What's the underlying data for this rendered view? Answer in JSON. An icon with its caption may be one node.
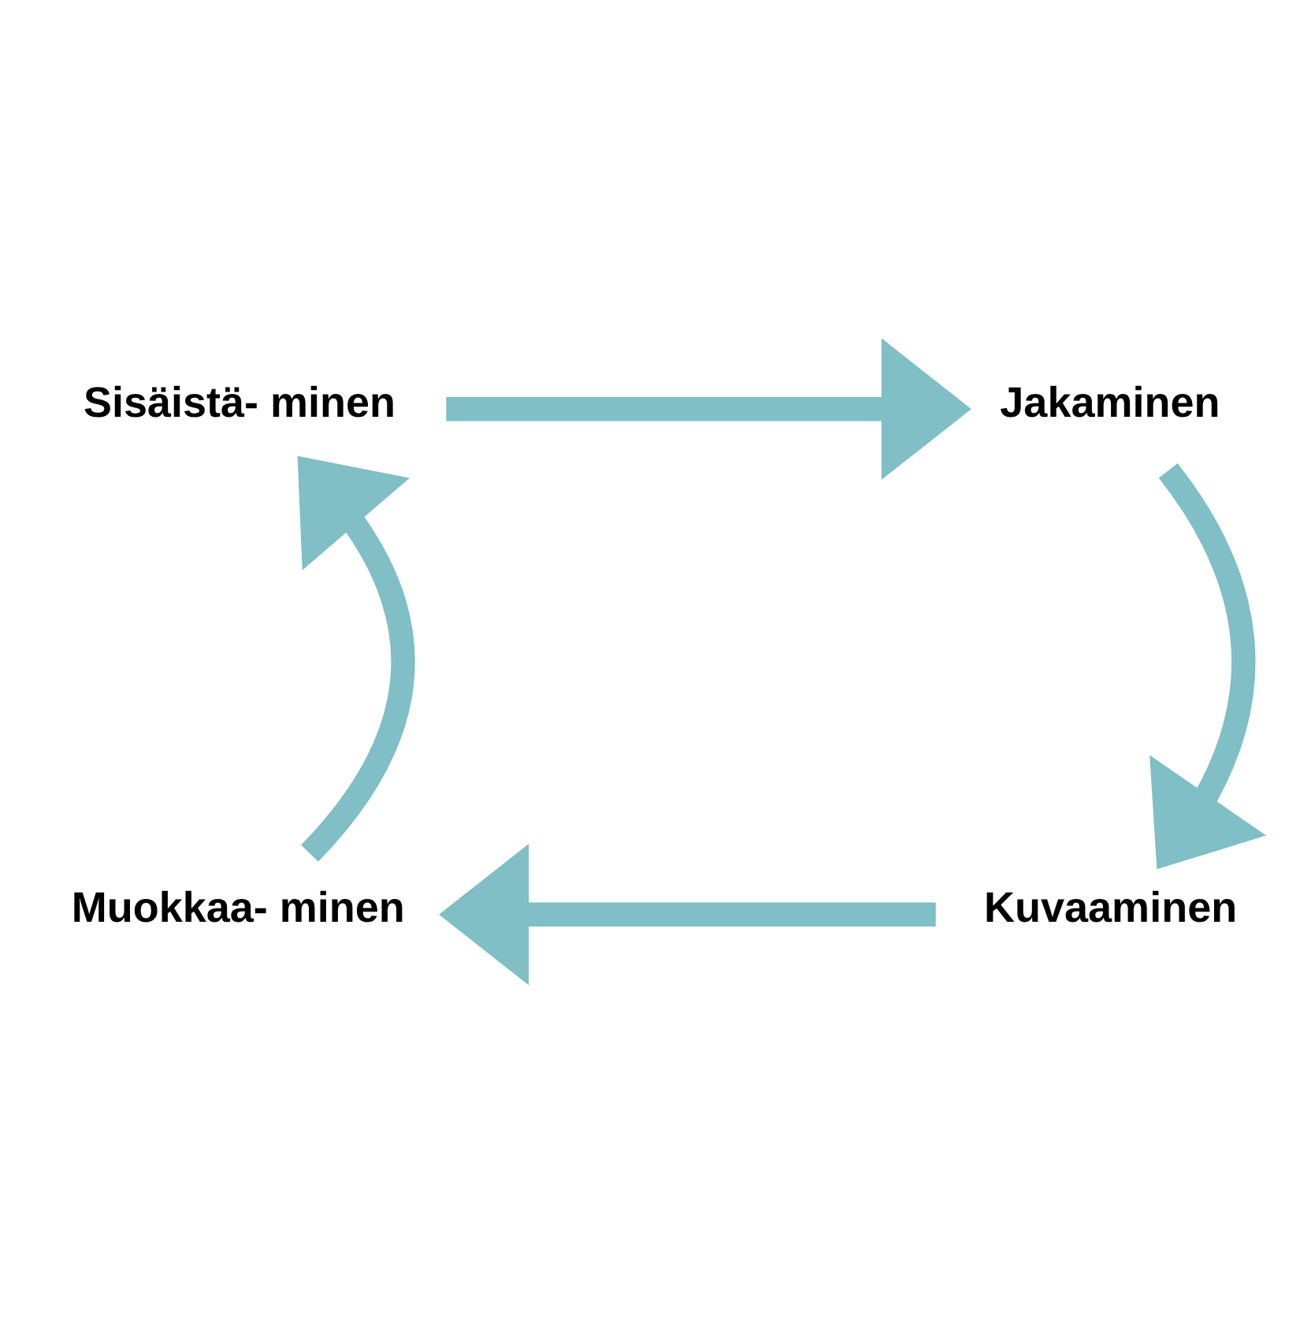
{
  "diagram": {
    "nodes": [
      {
        "text": [
          "Sisäistä- minen"
        ]
      },
      {
        "text": [
          "Jakaminen"
        ]
      },
      {
        "text": [
          "Kuvaaminen"
        ]
      },
      {
        "text": [
          "Muokkaa- minen"
        ]
      }
    ],
    "edges": [
      {
        "from": 0,
        "to": 1,
        "arrow": "to"
      },
      {
        "from": 1,
        "to": 2,
        "arrow": "to"
      },
      {
        "from": 2,
        "to": 3,
        "arrow": "to"
      },
      {
        "from": 3,
        "to": 0,
        "arrow": "to"
      }
    ]
  }
}
